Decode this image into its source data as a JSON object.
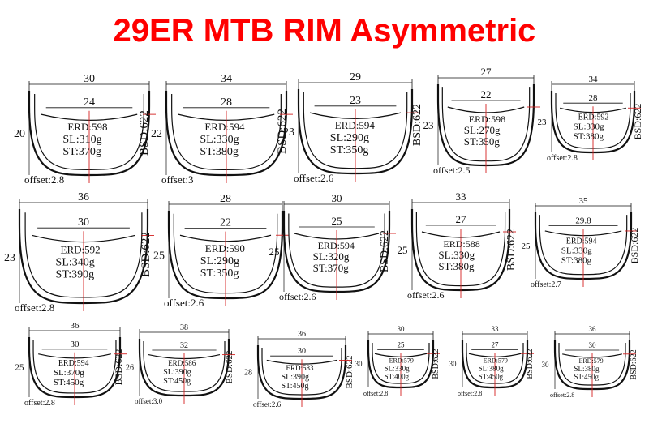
{
  "title": "29ER MTB RIM Asymmetric",
  "colors": {
    "title": "#ff0000",
    "line": "#111111",
    "guide": "#d42020"
  },
  "rims": [
    {
      "outer": "30",
      "inner": "24",
      "height": "20",
      "erd": "ERD:598",
      "sl": "SL:310g",
      "st": "ST:370g",
      "offset": "offset:2.8",
      "bsd": ""
    },
    {
      "outer": "34",
      "inner": "28",
      "height": "22",
      "erd": "ERD:594",
      "sl": "SL:330g",
      "st": "ST:380g",
      "offset": "offset:3",
      "bsd": "BSD:622"
    },
    {
      "outer": "29",
      "inner": "23",
      "height": "23",
      "erd": "ERD:594",
      "sl": "SL:290g",
      "st": "ST:350g",
      "offset": "offset:2.6",
      "bsd": "BSD:622"
    },
    {
      "outer": "27",
      "inner": "22",
      "height": "23",
      "erd": "ERD:598",
      "sl": "SL:270g",
      "st": "ST:350g",
      "offset": "offset:2.5",
      "bsd": "BSD:622"
    },
    {
      "outer": "34",
      "inner": "28",
      "height": "23",
      "erd": "ERD:592",
      "sl": "SL:330g",
      "st": "ST:380g",
      "offset": "offset:2.8",
      "bsd": "BSD:622"
    },
    {
      "outer": "36",
      "inner": "30",
      "height": "23",
      "erd": "ERD:592",
      "sl": "SL:340g",
      "st": "ST:390g",
      "offset": "offset:2.8",
      "bsd": ""
    },
    {
      "outer": "28",
      "inner": "22",
      "height": "25",
      "erd": "ERD:590",
      "sl": "SL:290g",
      "st": "ST:350g",
      "offset": "offset:2.6",
      "bsd": "BSD:622"
    },
    {
      "outer": "30",
      "inner": "25",
      "height": "25",
      "erd": "ERD:594",
      "sl": "SL:320g",
      "st": "ST:370g",
      "offset": "offset:2.6",
      "bsd": "BSD:622"
    },
    {
      "outer": "33",
      "inner": "27",
      "height": "25",
      "erd": "ERD:588",
      "sl": "SL:330g",
      "st": "ST:380g",
      "offset": "offset:2.6",
      "bsd": "BSD:622"
    },
    {
      "outer": "35",
      "inner": "29.8",
      "height": "25",
      "erd": "ERD:594",
      "sl": "SL:330g",
      "st": "ST:380g",
      "offset": "offset:2.7",
      "bsd": "BSD:622"
    },
    {
      "outer": "36",
      "inner": "30",
      "height": "25",
      "erd": "ERD:594",
      "sl": "SL:370g",
      "st": "ST:450g",
      "offset": "offset:2.8",
      "bsd": "BSD:622"
    },
    {
      "outer": "38",
      "inner": "32",
      "height": "26",
      "erd": "ERD:586",
      "sl": "SL:390g",
      "st": "ST:450g",
      "offset": "offset:3.0",
      "bsd": "BSD:622"
    },
    {
      "outer": "36",
      "inner": "30",
      "height": "28",
      "erd": "ERD:583",
      "sl": "SL:390g",
      "st": "ST:450g",
      "offset": "offset:2.6",
      "bsd": "BSD:622"
    },
    {
      "outer": "30",
      "inner": "25",
      "height": "30",
      "erd": "ERD:579",
      "sl": "SL:330g",
      "st": "ST:400g",
      "offset": "offset:2.8",
      "bsd": "BSD:622"
    },
    {
      "outer": "33",
      "inner": "27",
      "height": "30",
      "erd": "ERD:579",
      "sl": "SL:380g",
      "st": "ST:450g",
      "offset": "offset:2.8",
      "bsd": "BSD:622"
    },
    {
      "outer": "36",
      "inner": "30",
      "height": "30",
      "erd": "ERD:579",
      "sl": "SL:380g",
      "st": "ST:450g",
      "offset": "offset:2.8",
      "bsd": "BSD:622"
    }
  ]
}
